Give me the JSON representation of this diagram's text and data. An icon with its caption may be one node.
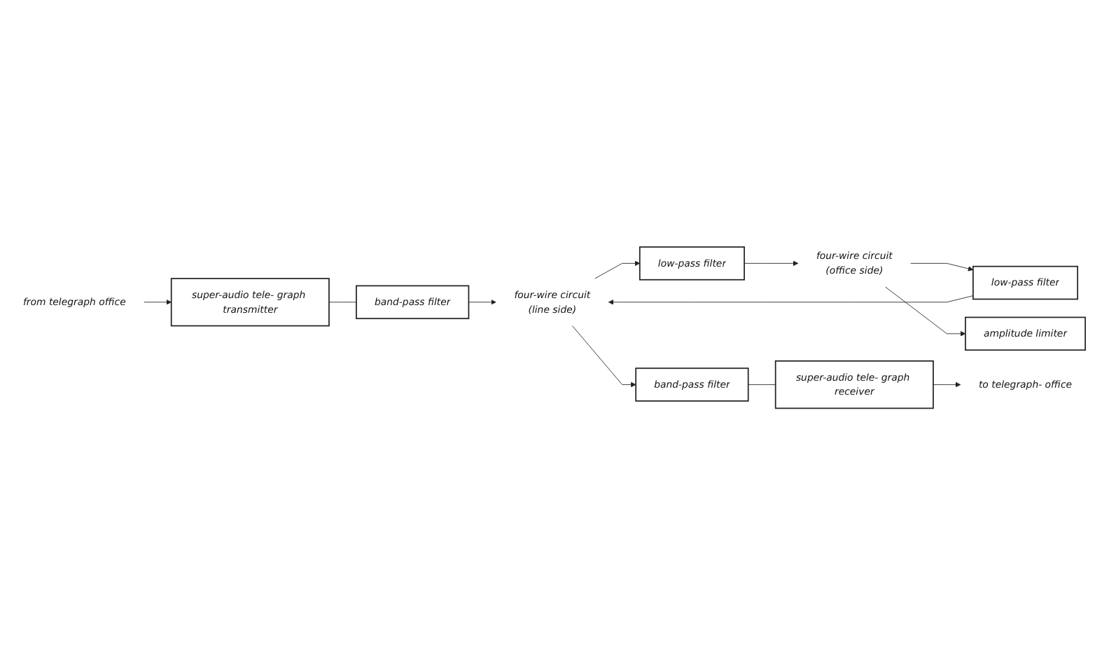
{
  "diagram": {
    "nodes": [
      {
        "text": [
          "from telegraph office"
        ]
      },
      {
        "text": [
          "super-audio tele- graph transmitter"
        ]
      },
      {
        "text": [
          "amplitude limiter"
        ]
      },
      {
        "text": [
          "band-pass filter"
        ]
      },
      {
        "text": [
          "four-wire circuit",
          "(office side)"
        ]
      },
      {
        "text": [
          "low-pass filter"
        ]
      },
      {
        "text": [
          "four-wire circuit",
          "(line side)"
        ]
      },
      {
        "text": [
          "low-pass filter"
        ]
      },
      {
        "text": [
          "band-pass filter"
        ]
      },
      {
        "text": [
          "to telegraph- office"
        ]
      },
      {
        "text": [
          "super-audio tele- graph receiver"
        ]
      }
    ],
    "edges": [
      {
        "from": 0,
        "to": 1,
        "arrow": "to"
      },
      {
        "from": 1,
        "to": 3,
        "arrow": "none"
      },
      {
        "from": 4,
        "to": 5,
        "arrow": "to"
      },
      {
        "from": 4,
        "to": 2,
        "arrow": "to"
      },
      {
        "from": 5,
        "to": 6,
        "arrow": "to"
      },
      {
        "from": 3,
        "to": 6,
        "arrow": "to"
      },
      {
        "from": 6,
        "to": 7,
        "arrow": "to"
      },
      {
        "from": 6,
        "to": 8,
        "arrow": "to"
      },
      {
        "from": 7,
        "to": 4,
        "arrow": "to"
      },
      {
        "from": 8,
        "to": 10,
        "arrow": "none"
      },
      {
        "from": 10,
        "to": 9,
        "arrow": "to"
      }
    ]
  }
}
